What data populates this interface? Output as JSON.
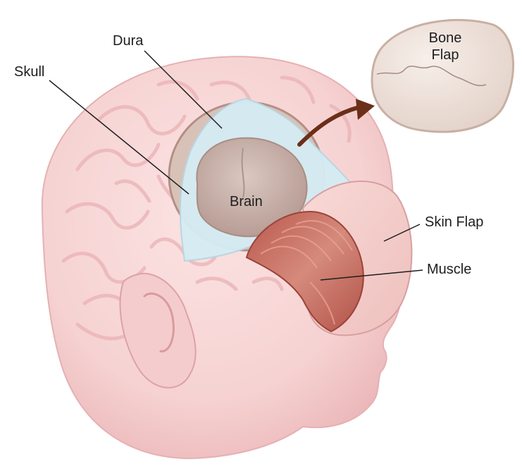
{
  "labels": {
    "dura": "Dura",
    "skull": "Skull",
    "brain": "Brain",
    "bone_flap_line1": "Bone",
    "bone_flap_line2": "Flap",
    "skin_flap": "Skin Flap",
    "muscle": "Muscle"
  },
  "colors": {
    "skin": "#f6d3d3",
    "skin_shadow": "#efbdbe",
    "brain_pattern": "#e9aeb1",
    "dura": "#d7ecf3",
    "brain": "#c8b3ac",
    "muscle": "#c8746a",
    "bone": "#efe4de",
    "arrow": "#6b2f19",
    "leader_line": "#1e1e1e"
  }
}
